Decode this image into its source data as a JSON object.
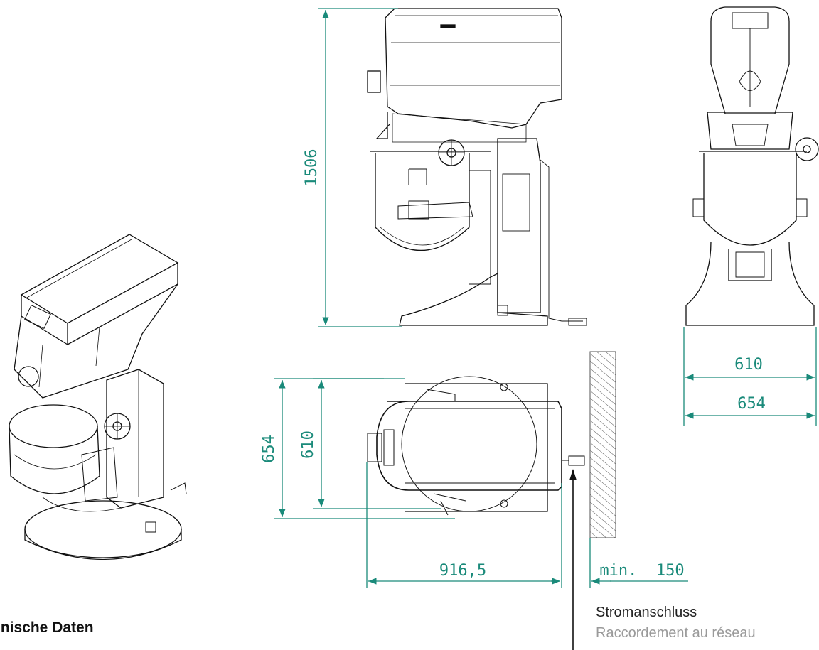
{
  "dimensions": {
    "height": "1506",
    "front_width_inner": "610",
    "front_width_outer": "654",
    "top_depth_outer": "654",
    "top_depth_inner": "610",
    "top_length": "916,5",
    "wall_clearance": "min.  150"
  },
  "captions": {
    "section_title": "hnische Daten",
    "power_connection_de": "Stromanschluss",
    "power_connection_fr": "Raccordement au réseau"
  },
  "colors": {
    "dimension": "#1a8a7a",
    "linework": "#111111",
    "wall_hatch": "#555555"
  }
}
